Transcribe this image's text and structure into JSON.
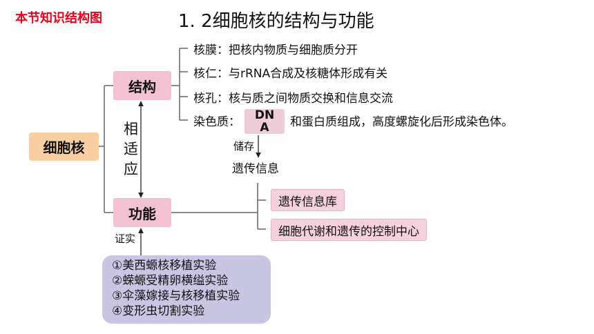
{
  "header": {
    "section_label": "本节知识结构图",
    "title": "1. 2细胞核的结构与功能"
  },
  "nodes": {
    "root": "细胞核",
    "structure": "结构",
    "function": "功能"
  },
  "structure_items": [
    "核膜：把核内物质与细胞质分开",
    "核仁：与rRNA合成及核糖体形成有关",
    "核孔：核与质之间物质交换和信息交流",
    "染色质："
  ],
  "chromatin": {
    "dna_line1": "DN",
    "dna_line2": "A",
    "rest": "和蛋白质组成，高度螺旋化后形成染色体。",
    "store_label": "储存",
    "genetic_info": "遗传信息"
  },
  "relation": {
    "chars": [
      "相",
      "适",
      "应"
    ]
  },
  "functions": [
    "遗传信息库",
    "细胞代谢和遗传的控制中心"
  ],
  "evidence": {
    "label": "证实",
    "experiments": [
      "①美西螈核移植实验",
      "②蝾螈受精卵横缢实验",
      "③伞藻嫁接与核移植实验",
      "④变形虫切割实验"
    ]
  },
  "colors": {
    "section_label": "#e8001c",
    "root_box": "#f7cfa3",
    "node_box": "#f2c2d4",
    "evidence_box": "#c9c6e4",
    "line": "#666666"
  }
}
